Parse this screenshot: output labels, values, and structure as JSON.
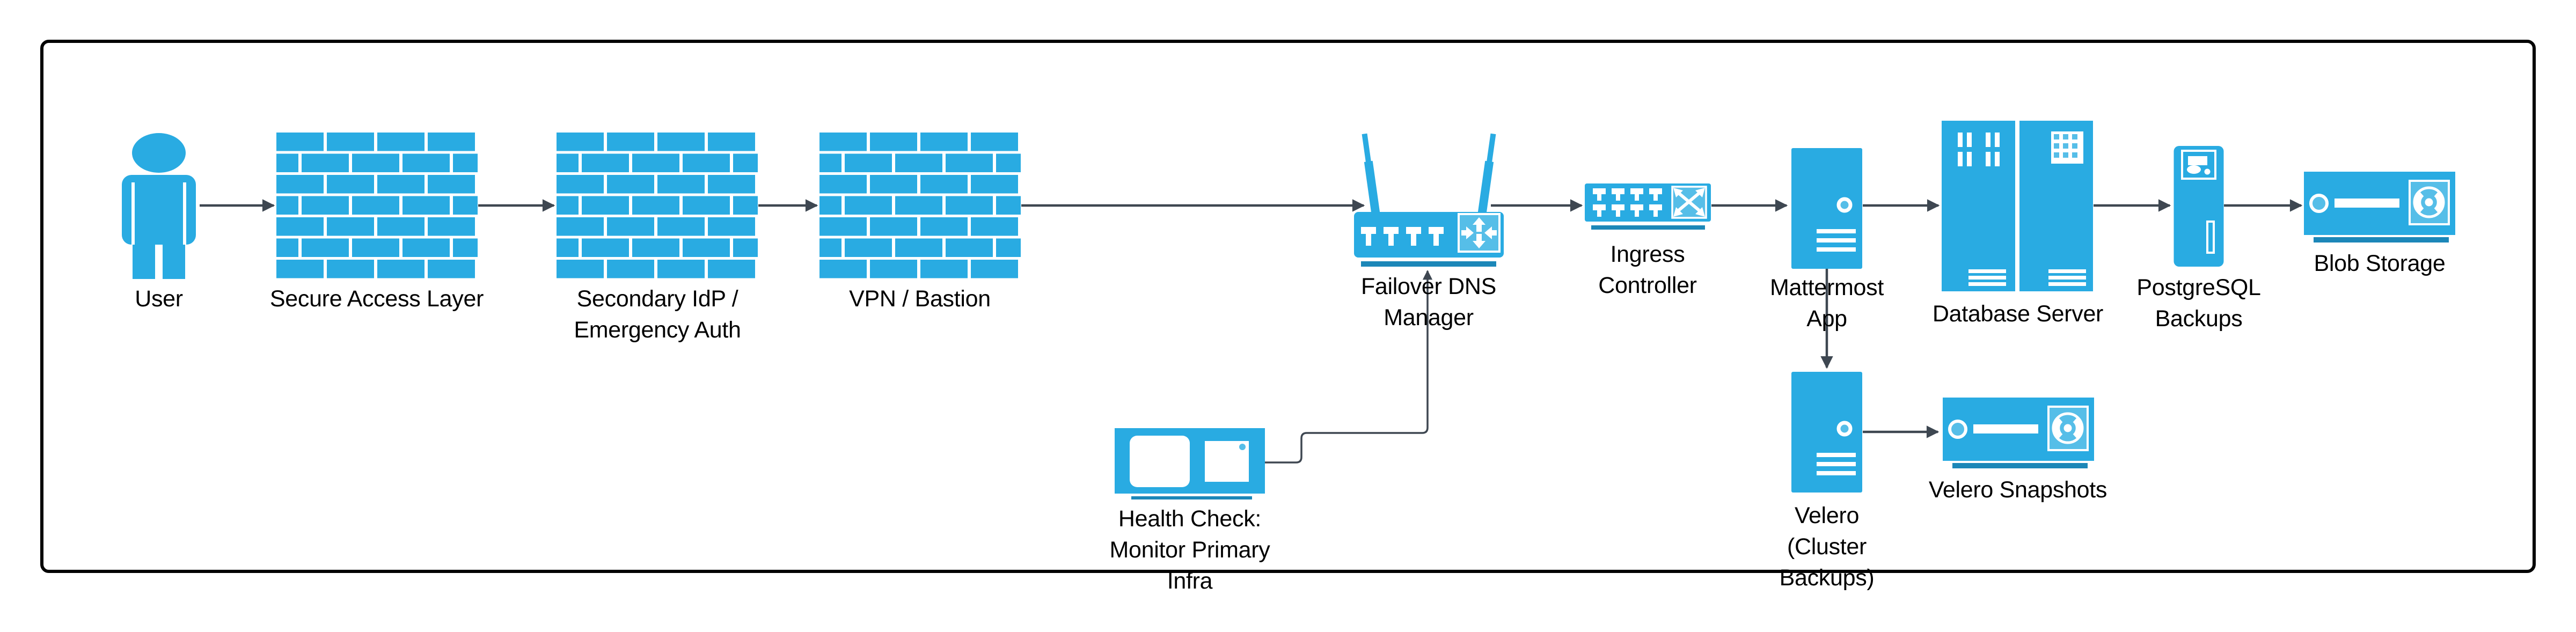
{
  "diagram": {
    "colors": {
      "node_fill": "#29ABE2",
      "node_fill_light": "#56BEE8",
      "node_shadow": "#1C87B8",
      "edge": "#3E4751",
      "border": "#000000",
      "background": "#FFFFFF",
      "label": "#000000"
    },
    "nodes": [
      {
        "id": "user",
        "icon": "person-icon",
        "label_lines": [
          "User"
        ]
      },
      {
        "id": "secure-access-layer",
        "icon": "firewall-icon",
        "label_lines": [
          "Secure Access Layer"
        ]
      },
      {
        "id": "secondary-idp",
        "icon": "firewall-icon",
        "label_lines": [
          "Secondary IdP /",
          "Emergency Auth"
        ]
      },
      {
        "id": "vpn-bastion",
        "icon": "firewall-icon",
        "label_lines": [
          "VPN / Bastion"
        ]
      },
      {
        "id": "failover-dns-manager",
        "icon": "wireless-router-icon",
        "label_lines": [
          "Failover DNS",
          "Manager"
        ]
      },
      {
        "id": "ingress-controller",
        "icon": "switch-icon",
        "label_lines": [
          "Ingress",
          "Controller"
        ]
      },
      {
        "id": "mattermost-app",
        "icon": "tower-server-icon",
        "label_lines": [
          "Mattermost",
          "App"
        ]
      },
      {
        "id": "database-server",
        "icon": "server-rack-icon",
        "label_lines": [
          "Database Server"
        ]
      },
      {
        "id": "postgresql-backups",
        "icon": "tower-pc-icon",
        "label_lines": [
          "PostgreSQL",
          "Backups"
        ]
      },
      {
        "id": "blob-storage",
        "icon": "storage-icon",
        "label_lines": [
          "Blob Storage"
        ]
      },
      {
        "id": "health-check",
        "icon": "monitor-icon",
        "label_lines": [
          "Health Check:",
          "Monitor Primary",
          "Infra"
        ]
      },
      {
        "id": "velero",
        "icon": "tower-server-icon",
        "label_lines": [
          "Velero",
          "(Cluster",
          "Backups)"
        ]
      },
      {
        "id": "velero-snapshots",
        "icon": "storage-icon",
        "label_lines": [
          "Velero Snapshots"
        ]
      }
    ],
    "edges": [
      {
        "from": "user",
        "to": "secure-access-layer"
      },
      {
        "from": "secure-access-layer",
        "to": "secondary-idp"
      },
      {
        "from": "secondary-idp",
        "to": "vpn-bastion"
      },
      {
        "from": "vpn-bastion",
        "to": "failover-dns-manager"
      },
      {
        "from": "failover-dns-manager",
        "to": "ingress-controller"
      },
      {
        "from": "ingress-controller",
        "to": "mattermost-app"
      },
      {
        "from": "mattermost-app",
        "to": "database-server"
      },
      {
        "from": "database-server",
        "to": "postgresql-backups"
      },
      {
        "from": "postgresql-backups",
        "to": "blob-storage"
      },
      {
        "from": "mattermost-app",
        "to": "velero"
      },
      {
        "from": "velero",
        "to": "velero-snapshots"
      },
      {
        "from": "health-check",
        "to": "failover-dns-manager"
      }
    ]
  }
}
